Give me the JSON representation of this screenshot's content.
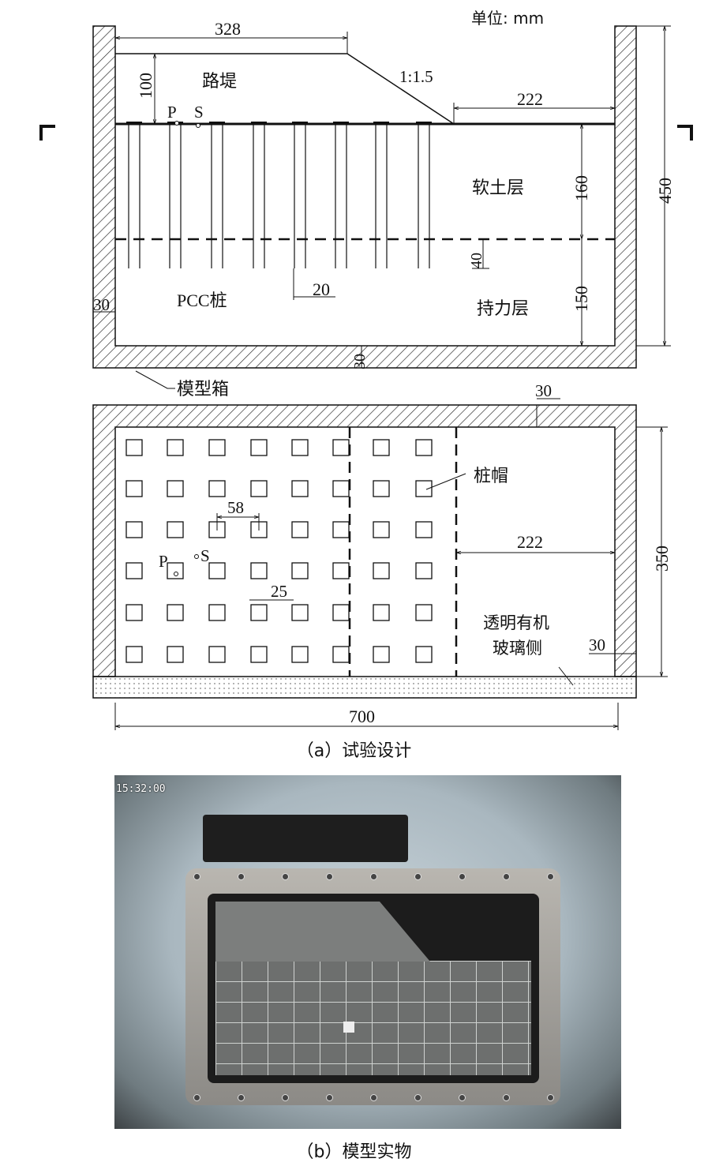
{
  "units_label": "单位: mm",
  "section": {
    "dim_embankment_width": "328",
    "dim_embankment_height": "100",
    "slope": "1:1.5",
    "dim_right_gap": "222",
    "embankment_label": "路堤",
    "marker_p": "P",
    "marker_s": "S",
    "soft_soil_label": "软土层",
    "dim_soft_soil": "160",
    "dim_box_height": "450",
    "dim_embed": "40",
    "dim_pile_dia": "20",
    "pile_label": "PCC桩",
    "bearing_label": "持力层",
    "dim_bearing": "150",
    "dim_wall_left": "30",
    "dim_wall_bottom": "30",
    "box_label": "模型箱"
  },
  "plan": {
    "dim_wall_top": "30",
    "cap_label": "桩帽",
    "dim_spacing": "58",
    "dim_right_gap": "222",
    "marker_p": "P",
    "marker_s": "S",
    "dim_cap": "25",
    "dim_width": "350",
    "glass_label_1": "透明有机",
    "glass_label_2": "玻璃侧",
    "dim_wall_right": "30",
    "dim_length": "700"
  },
  "caption_a": "（a）试验设计",
  "photo": {
    "timestamp": "15:32:00"
  },
  "caption_b": "（b）模型实物"
}
